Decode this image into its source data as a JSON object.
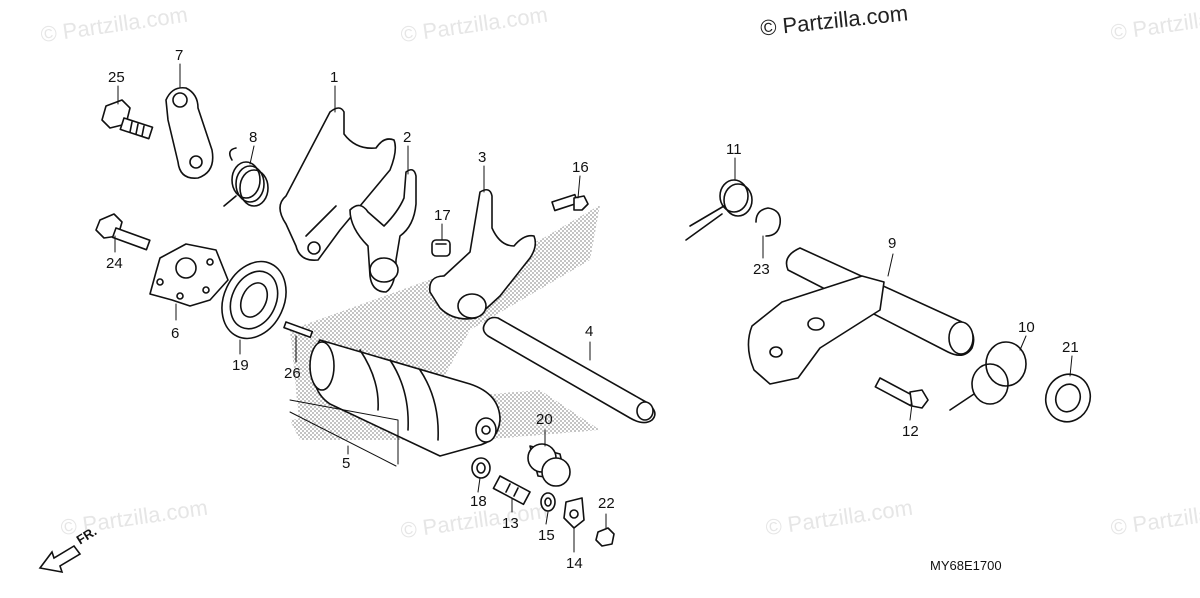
{
  "watermarks": {
    "main": "© Partzilla.com",
    "faint": "© Partzilla.com"
  },
  "diagram_code": "MY68E1700",
  "direction_label": "FR.",
  "callouts": {
    "c1": "1",
    "c2": "2",
    "c3": "3",
    "c4": "4",
    "c5": "5",
    "c6": "6",
    "c7": "7",
    "c8": "8",
    "c9": "9",
    "c10": "10",
    "c11": "11",
    "c12": "12",
    "c13": "13",
    "c14": "14",
    "c15": "15",
    "c16": "16",
    "c17": "17",
    "c18": "18",
    "c19": "19",
    "c20": "20",
    "c21": "21",
    "c22": "22",
    "c23": "23",
    "c24": "24",
    "c25": "25",
    "c26": "26"
  },
  "colors": {
    "line": "#111111",
    "hatch": "#bdbdbd",
    "watermark": "#e6e6e6"
  }
}
